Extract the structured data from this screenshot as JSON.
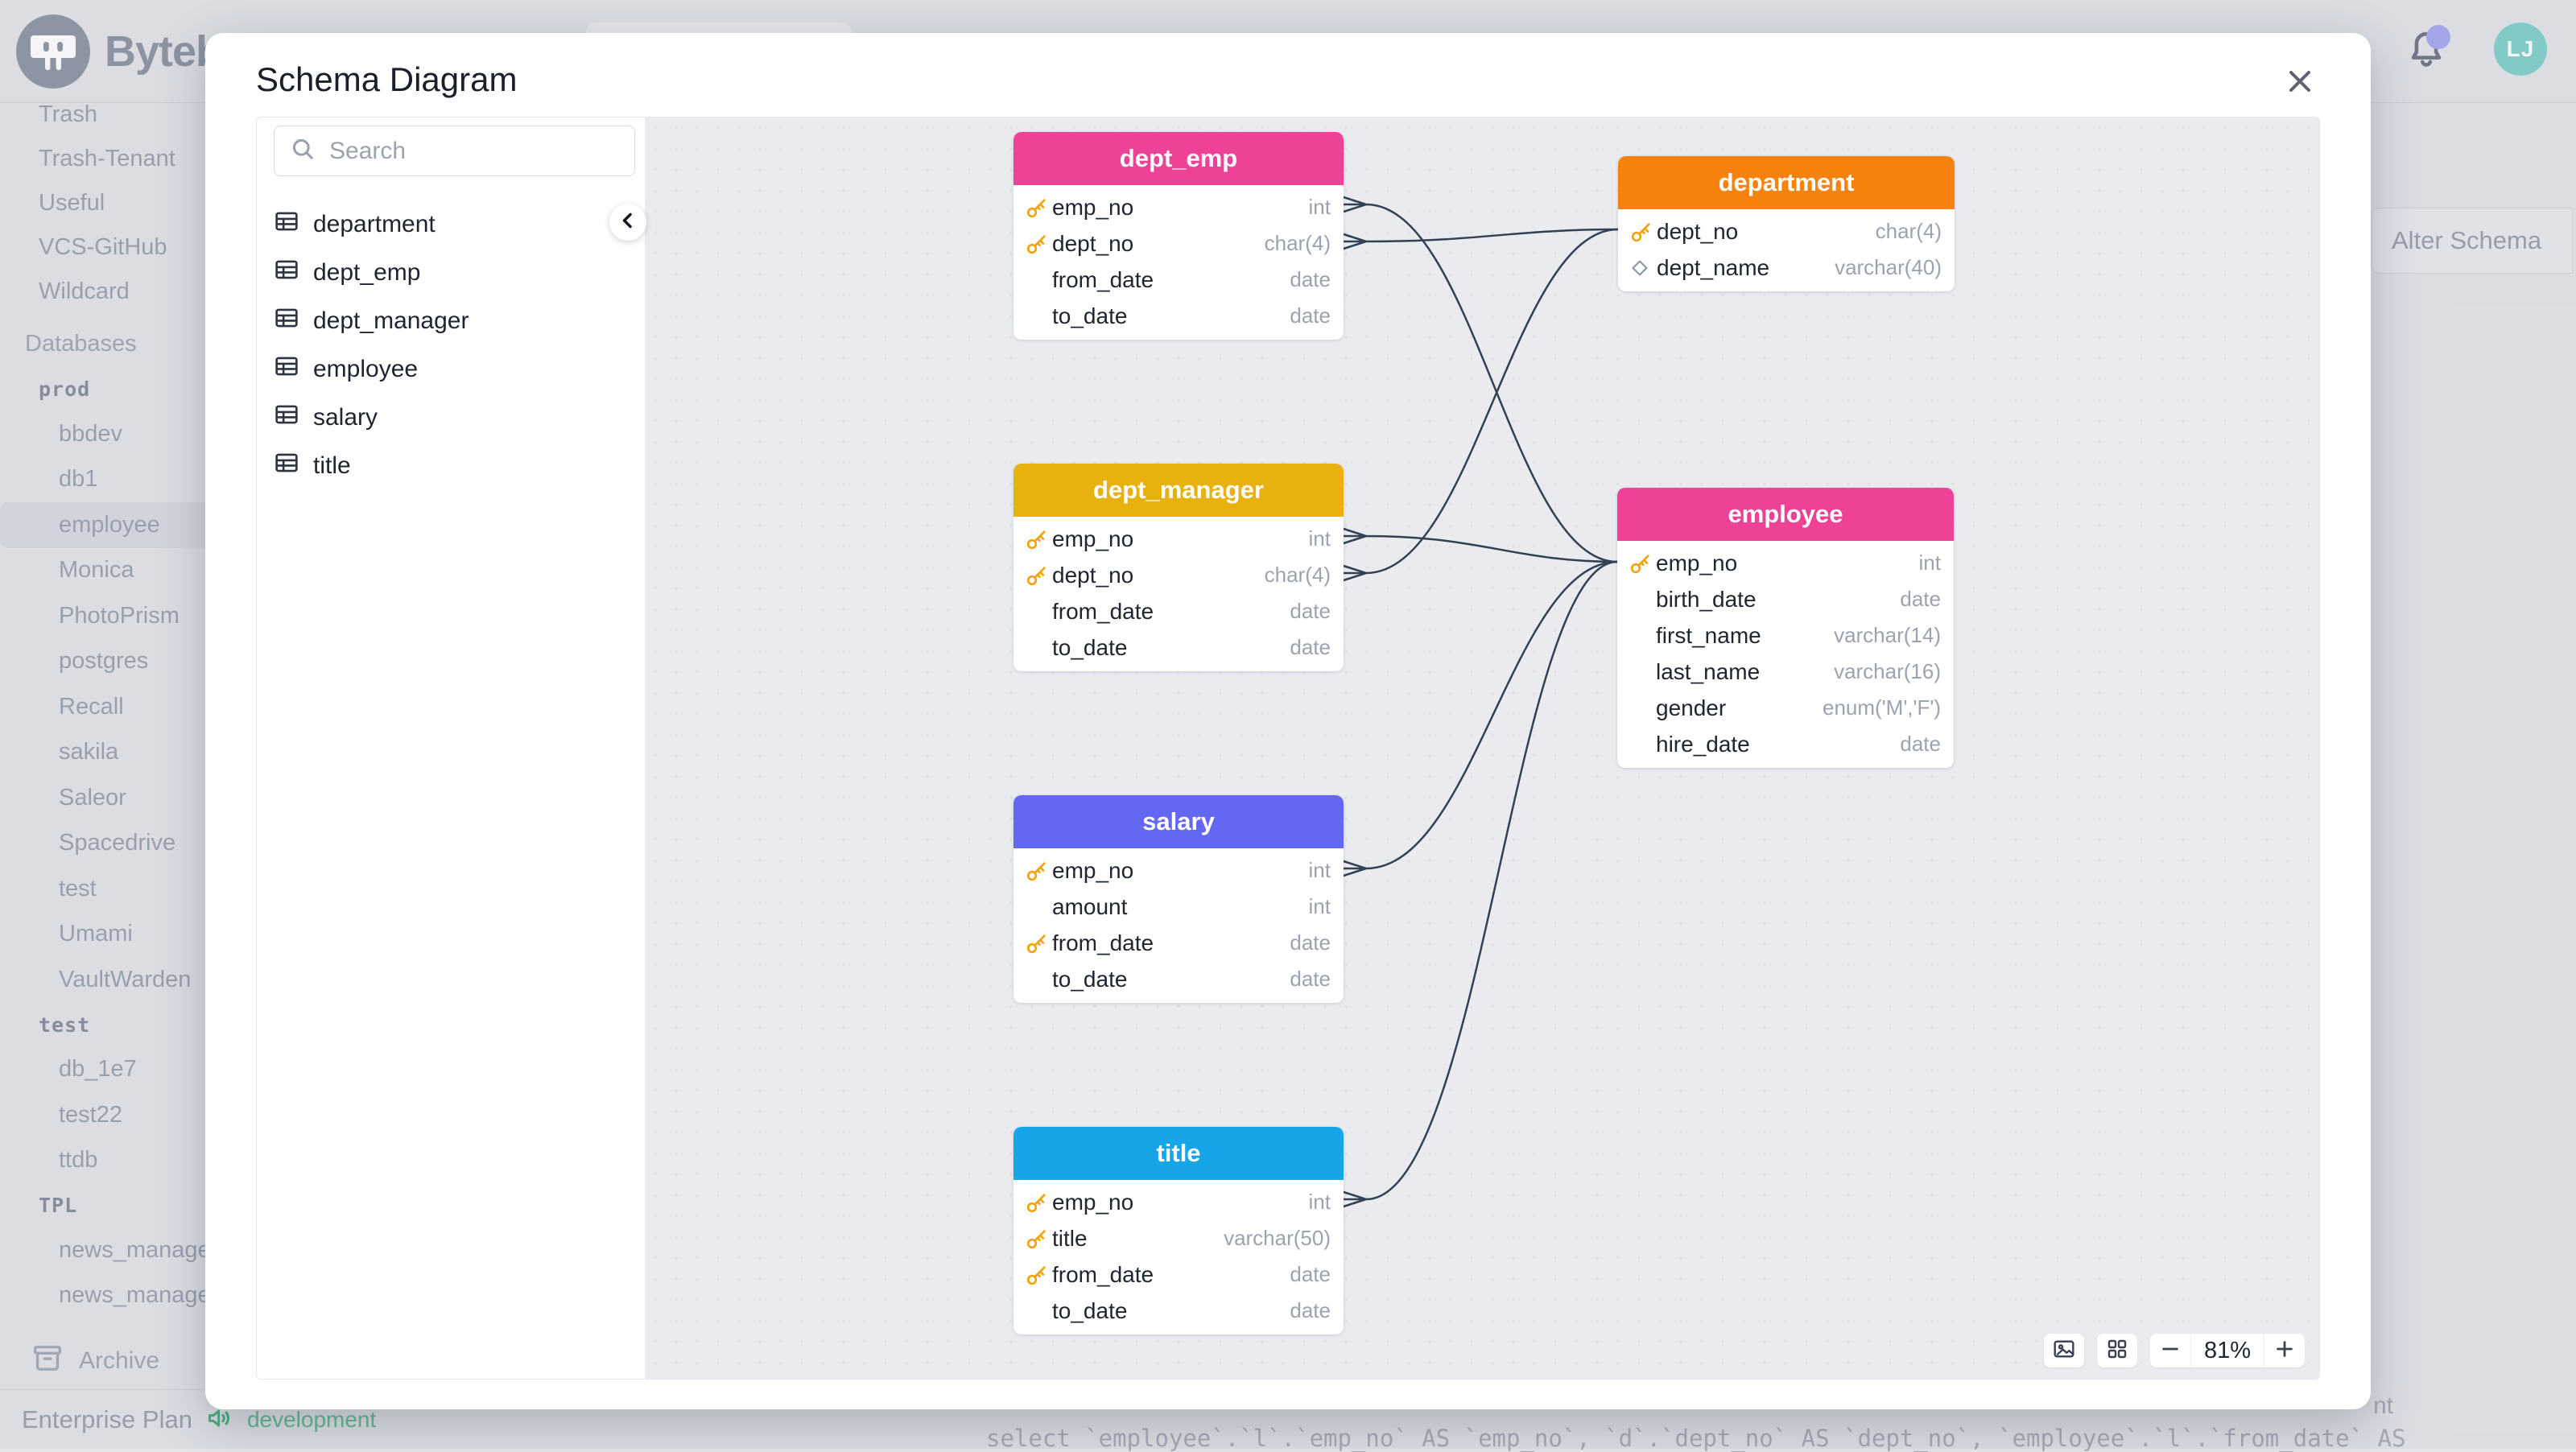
{
  "app": {
    "brand": "Bytebase",
    "avatar_initials": "LJ"
  },
  "topbar": {
    "alter_schema_label": "Alter Schema"
  },
  "page_sidebar": {
    "projects": [
      "Trash",
      "Trash-Tenant",
      "Useful",
      "VCS-GitHub",
      "Wildcard"
    ],
    "databases_header": "Databases",
    "group_prod": "prod",
    "prod_items": [
      "bbdev",
      "db1",
      "employee",
      "Monica",
      "PhotoPrism",
      "postgres",
      "Recall",
      "sakila",
      "Saleor",
      "Spacedrive",
      "test",
      "Umami",
      "VaultWarden"
    ],
    "selected_database": "employee",
    "group_test": "test",
    "test_items": [
      "db_1e7",
      "test22",
      "ttdb"
    ],
    "group_tpl": "TPL",
    "tpl_items": [
      "news_manage",
      "news_manage"
    ],
    "archive_label": "Archive",
    "plan_label": "Enterprise Plan",
    "env_label": "development"
  },
  "bottom": {
    "sql_fragment": "select `employee`.`l`.`emp_no` AS `emp_no`, `d`.`dept_no` AS `dept_no`, `employee`.`l`.`from_date` AS",
    "cutoff_fragment": "nt"
  },
  "modal": {
    "title": "Schema Diagram",
    "search_placeholder": "Search",
    "table_list": [
      "department",
      "dept_emp",
      "dept_manager",
      "employee",
      "salary",
      "title"
    ],
    "zoom_level": "81%",
    "colors": {
      "pink": "#ed4296",
      "orange": "#f8820e",
      "gold": "#e9b10d",
      "indigo": "#6467f2",
      "blue": "#16a5e8",
      "relationship_line": "#334155",
      "key_icon": "#f2a40e"
    }
  },
  "cards": [
    {
      "title": "dept_emp",
      "color": "#ed4296",
      "fields": [
        {
          "icon": "key",
          "name": "emp_no",
          "type": "int"
        },
        {
          "icon": "key",
          "name": "dept_no",
          "type": "char(4)"
        },
        {
          "icon": "",
          "name": "from_date",
          "type": "date"
        },
        {
          "icon": "",
          "name": "to_date",
          "type": "date"
        }
      ]
    },
    {
      "title": "department",
      "color": "#f8820e",
      "fields": [
        {
          "icon": "key",
          "name": "dept_no",
          "type": "char(4)"
        },
        {
          "icon": "diamond",
          "name": "dept_name",
          "type": "varchar(40)"
        }
      ]
    },
    {
      "title": "dept_manager",
      "color": "#e9b10d",
      "fields": [
        {
          "icon": "key",
          "name": "emp_no",
          "type": "int"
        },
        {
          "icon": "key",
          "name": "dept_no",
          "type": "char(4)"
        },
        {
          "icon": "",
          "name": "from_date",
          "type": "date"
        },
        {
          "icon": "",
          "name": "to_date",
          "type": "date"
        }
      ]
    },
    {
      "title": "employee",
      "color": "#ed4296",
      "fields": [
        {
          "icon": "key",
          "name": "emp_no",
          "type": "int"
        },
        {
          "icon": "",
          "name": "birth_date",
          "type": "date"
        },
        {
          "icon": "",
          "name": "first_name",
          "type": "varchar(14)"
        },
        {
          "icon": "",
          "name": "last_name",
          "type": "varchar(16)"
        },
        {
          "icon": "",
          "name": "gender",
          "type": "enum('M','F')"
        },
        {
          "icon": "",
          "name": "hire_date",
          "type": "date"
        }
      ]
    },
    {
      "title": "salary",
      "color": "#6467f2",
      "fields": [
        {
          "icon": "key",
          "name": "emp_no",
          "type": "int"
        },
        {
          "icon": "",
          "name": "amount",
          "type": "int"
        },
        {
          "icon": "key",
          "name": "from_date",
          "type": "date"
        },
        {
          "icon": "",
          "name": "to_date",
          "type": "date"
        }
      ]
    },
    {
      "title": "title",
      "color": "#16a5e8",
      "fields": [
        {
          "icon": "key",
          "name": "emp_no",
          "type": "int"
        },
        {
          "icon": "key",
          "name": "title",
          "type": "varchar(50)"
        },
        {
          "icon": "key",
          "name": "from_date",
          "type": "date"
        },
        {
          "icon": "",
          "name": "to_date",
          "type": "date"
        }
      ]
    }
  ],
  "relationships": [
    {
      "from": "dept_emp.emp_no",
      "to": "employee.emp_no"
    },
    {
      "from": "dept_emp.dept_no",
      "to": "department.dept_no"
    },
    {
      "from": "dept_manager.emp_no",
      "to": "employee.emp_no"
    },
    {
      "from": "dept_manager.dept_no",
      "to": "department.dept_no"
    },
    {
      "from": "salary.emp_no",
      "to": "employee.emp_no"
    },
    {
      "from": "title.emp_no",
      "to": "employee.emp_no"
    }
  ]
}
